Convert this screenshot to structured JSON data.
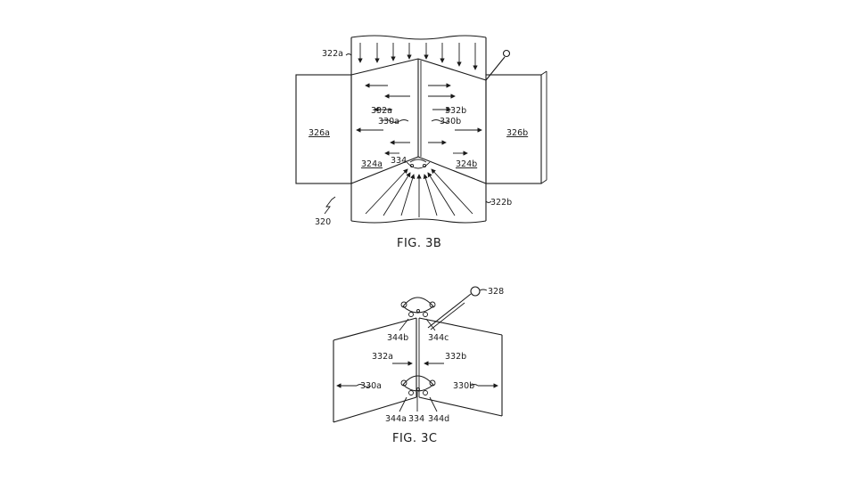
{
  "figure_3b": {
    "caption": "FIG. 3B",
    "labels": {
      "l_322a": "322a",
      "l_322b": "322b",
      "l_326a": "326a",
      "l_326b": "326b",
      "l_332a": "332a",
      "l_332b": "332b",
      "l_330a": "330a",
      "l_330b": "330b",
      "l_324a": "324a",
      "l_324b": "324b",
      "l_334": "334",
      "l_320": "320"
    }
  },
  "figure_3c": {
    "caption": "FIG. 3C",
    "labels": {
      "l_328": "328",
      "l_344b": "344b",
      "l_344c": "344c",
      "l_332a": "332a",
      "l_332b": "332b",
      "l_330a": "330a",
      "l_330b": "330b",
      "l_344a": "344a",
      "l_334": "334",
      "l_344d": "344d"
    }
  }
}
